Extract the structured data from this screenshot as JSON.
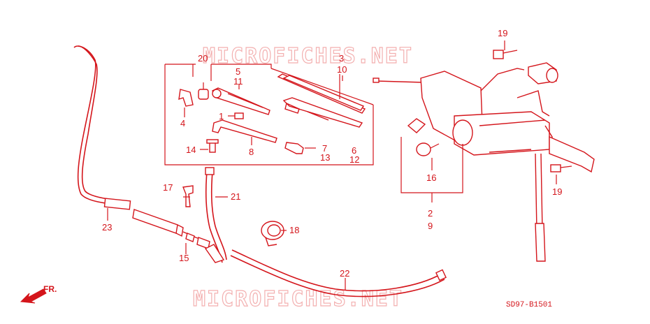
{
  "diagram": {
    "watermark": "MICROFICHES.NET",
    "code": "SD97-B1501",
    "direction_label": "FR.",
    "callouts": {
      "c1": "1",
      "c2": "2",
      "c3": "3",
      "c4": "4",
      "c5": "5",
      "c6": "6",
      "c7": "7",
      "c8": "8",
      "c9": "9",
      "c10": "10",
      "c11": "11",
      "c12": "12",
      "c13": "13",
      "c14": "14",
      "c15": "15",
      "c16": "16",
      "c17": "17",
      "c18": "18",
      "c19a": "19",
      "c19b": "19",
      "c20": "20",
      "c21": "21",
      "c22": "22",
      "c23": "23"
    }
  },
  "colors": {
    "ink": "#d4151b",
    "watermark": "#f3b0b0",
    "background": "#ffffff"
  }
}
